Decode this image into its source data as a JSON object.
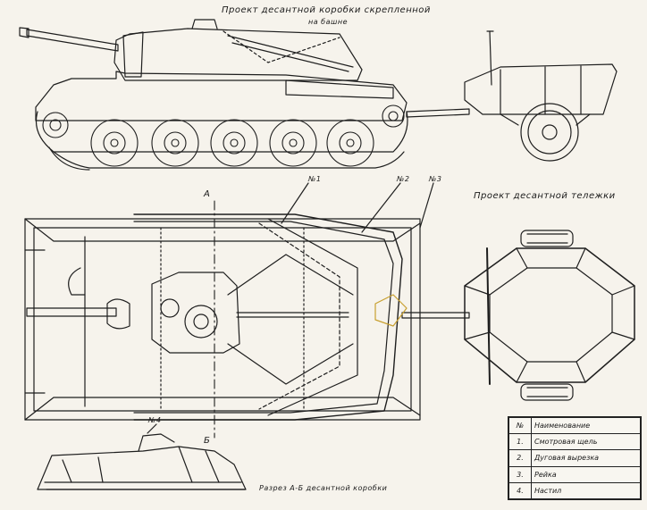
{
  "title_top": "Проект десантной коробки скрепленной",
  "title_top_line2": "на башне",
  "title_trailer": "Проект десантной тележки",
  "section_label": "Разрез А-Б десантной коробки",
  "section_marks": {
    "a": "А",
    "b": "Б"
  },
  "callouts": [
    "№1",
    "№2",
    "№3",
    "№4"
  ],
  "legend": {
    "header": {
      "num": "№",
      "name": "Наименование"
    },
    "rows": [
      {
        "num": "1.",
        "name": "Смотровая щель"
      },
      {
        "num": "2.",
        "name": "Дуговая вырезка"
      },
      {
        "num": "3.",
        "name": "Рейка"
      },
      {
        "num": "4.",
        "name": "Настил"
      }
    ]
  }
}
